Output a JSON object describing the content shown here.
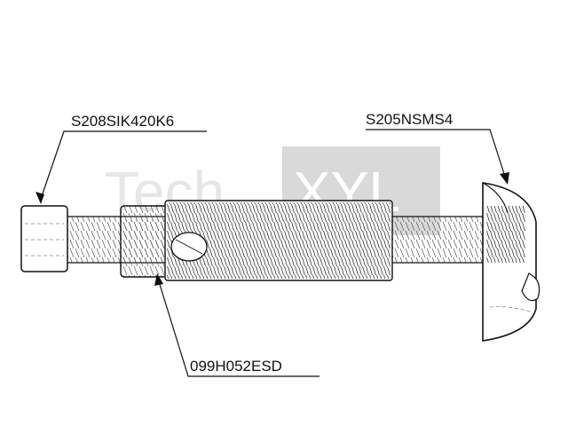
{
  "watermark": {
    "left_text": "Tech",
    "right_text": "XYL",
    "text_color": "#e6e6e6",
    "box_color": "#d9d9d9"
  },
  "callouts": {
    "screw_label": "S208SIK420K6",
    "sleeve_label": "099H052ESD",
    "nut_label": "S205NSMS4"
  },
  "colors": {
    "line": "#111111",
    "background": "#ffffff"
  }
}
